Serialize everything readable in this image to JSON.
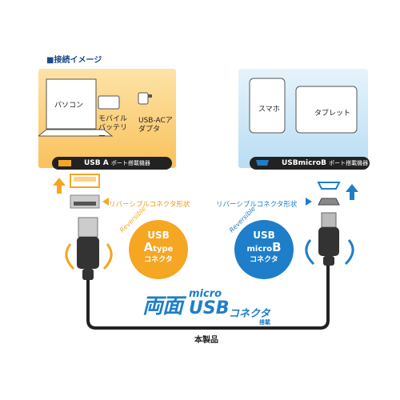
{
  "section_title": "■接続イメージ",
  "left_panel": {
    "devices": [
      "パソコン",
      "モバイルバッテリー",
      "USB-ACアダプタ"
    ],
    "bar_main": "USB A",
    "bar_sub": "ポート搭載機器"
  },
  "right_panel": {
    "devices": [
      "スマホ",
      "タブレット"
    ],
    "bar_main": "USBmicroB",
    "bar_sub": "ポート搭載機器"
  },
  "left_reversible_label": "リバーシブルコネクタ形状",
  "right_reversible_label": "リバーシブルコネクタ形状",
  "left_badge": {
    "line1": "USB",
    "line2": "A",
    "line2_small": "type",
    "line3": "コネクタ",
    "arc": "Reversible"
  },
  "right_badge": {
    "line1": "USB",
    "line2": "micro",
    "line2_big": "B",
    "line3": "コネクタ",
    "arc": "Reversible"
  },
  "headline": {
    "main": "両面",
    "micro": "micro",
    "usb": "USB",
    "connector": "コネクタ",
    "tag": "搭載"
  },
  "product_label": "本製品",
  "colors": {
    "orange": "#f5a623",
    "blue": "#1f7ec9",
    "dark": "#222222"
  }
}
